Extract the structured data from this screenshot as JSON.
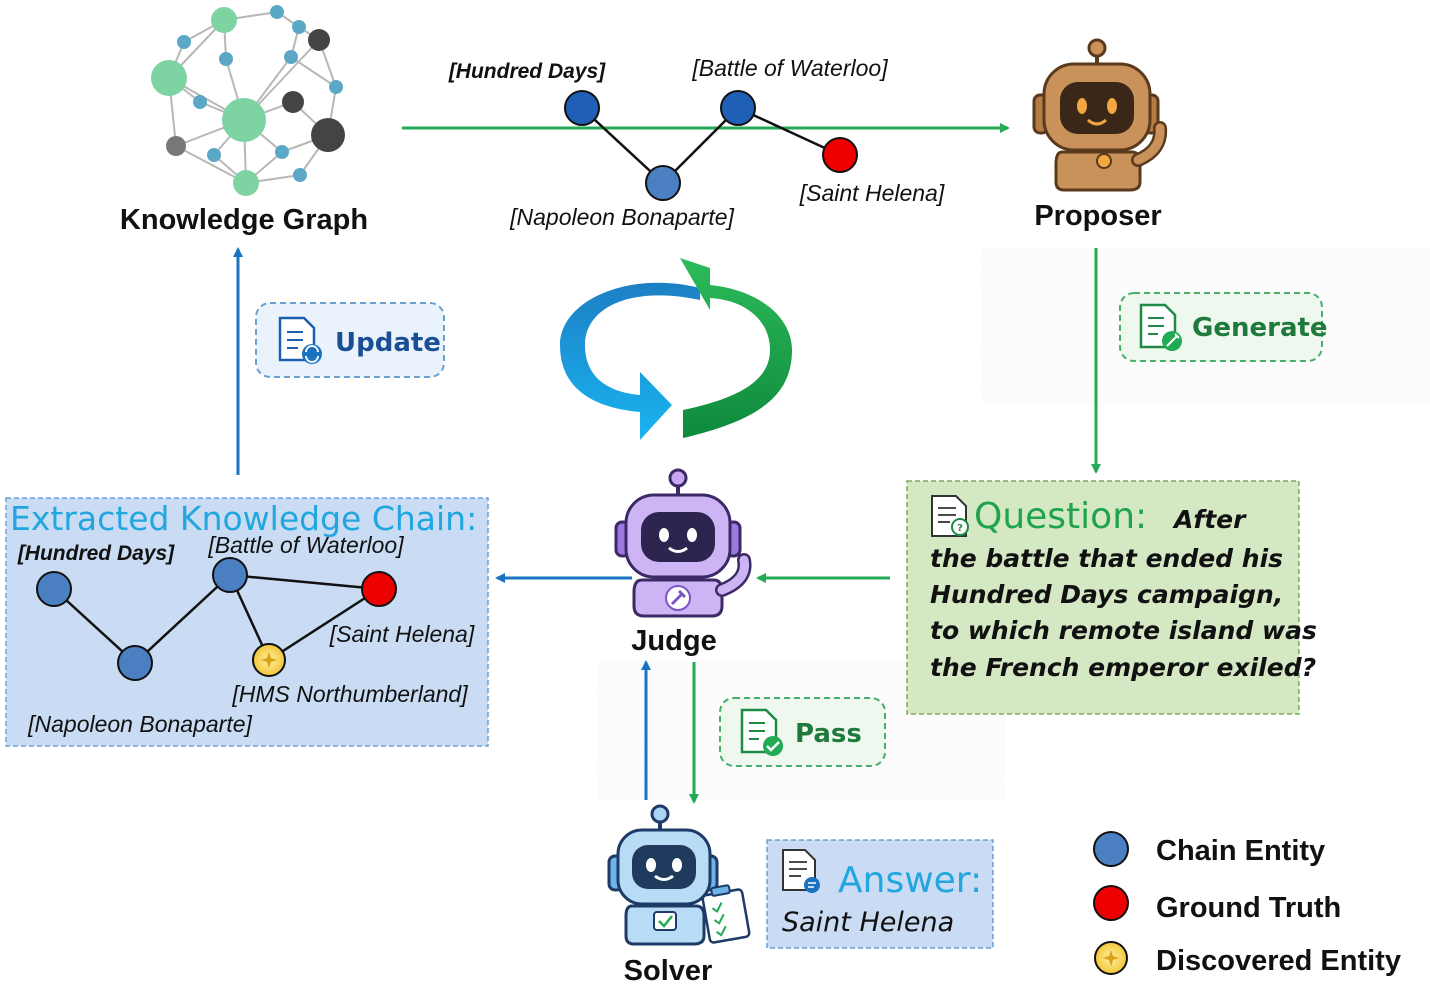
{
  "knowledge_graph": {
    "label": "Knowledge Graph"
  },
  "proposer": {
    "label": "Proposer"
  },
  "judge": {
    "label": "Judge"
  },
  "solver": {
    "label": "Solver"
  },
  "top_chain": {
    "entities": [
      "[Hundred Days]",
      "[Battle of Waterloo]",
      "[Napoleon Bonaparte]",
      "[Saint Helena]"
    ]
  },
  "badges": {
    "update": "Update",
    "generate": "Generate",
    "pass": "Pass"
  },
  "question": {
    "title": "Question:",
    "lines": [
      "After",
      "the battle that ended his",
      "Hundred Days campaign,",
      "to which remote island was",
      "the French emperor exiled?"
    ]
  },
  "answer": {
    "title": "Answer:",
    "value": "Saint Helena"
  },
  "extracted_chain": {
    "title": "Extracted Knowledge Chain:",
    "entities": [
      "[Hundred Days]",
      "[Battle of Waterloo]",
      "[Saint Helena]",
      "[HMS Northumberland]",
      "[Napoleon Bonaparte]"
    ]
  },
  "legend": {
    "chain_entity": "Chain Entity",
    "ground_truth": "Ground Truth",
    "discovered_entity": "Discovered Entity"
  },
  "colors": {
    "chain_entity": "#4a7fc1",
    "ground_truth": "#ee0000",
    "discovered_entity": "#f8d860",
    "green_arrow": "#22aa55",
    "blue_arrow": "#1a73c0",
    "extracted_title": "#22a6e0",
    "question_bg": "#d5e8c4",
    "extracted_bg": "#c9dcf3",
    "answer_bg": "#c9dcf3"
  },
  "icons": [
    "network-graph-icon",
    "robot-icon",
    "document-icon",
    "cycle-arrows-icon",
    "gavel-icon",
    "clipboard-icon",
    "sparkle-icon",
    "refresh-icon",
    "checkmark-icon"
  ]
}
